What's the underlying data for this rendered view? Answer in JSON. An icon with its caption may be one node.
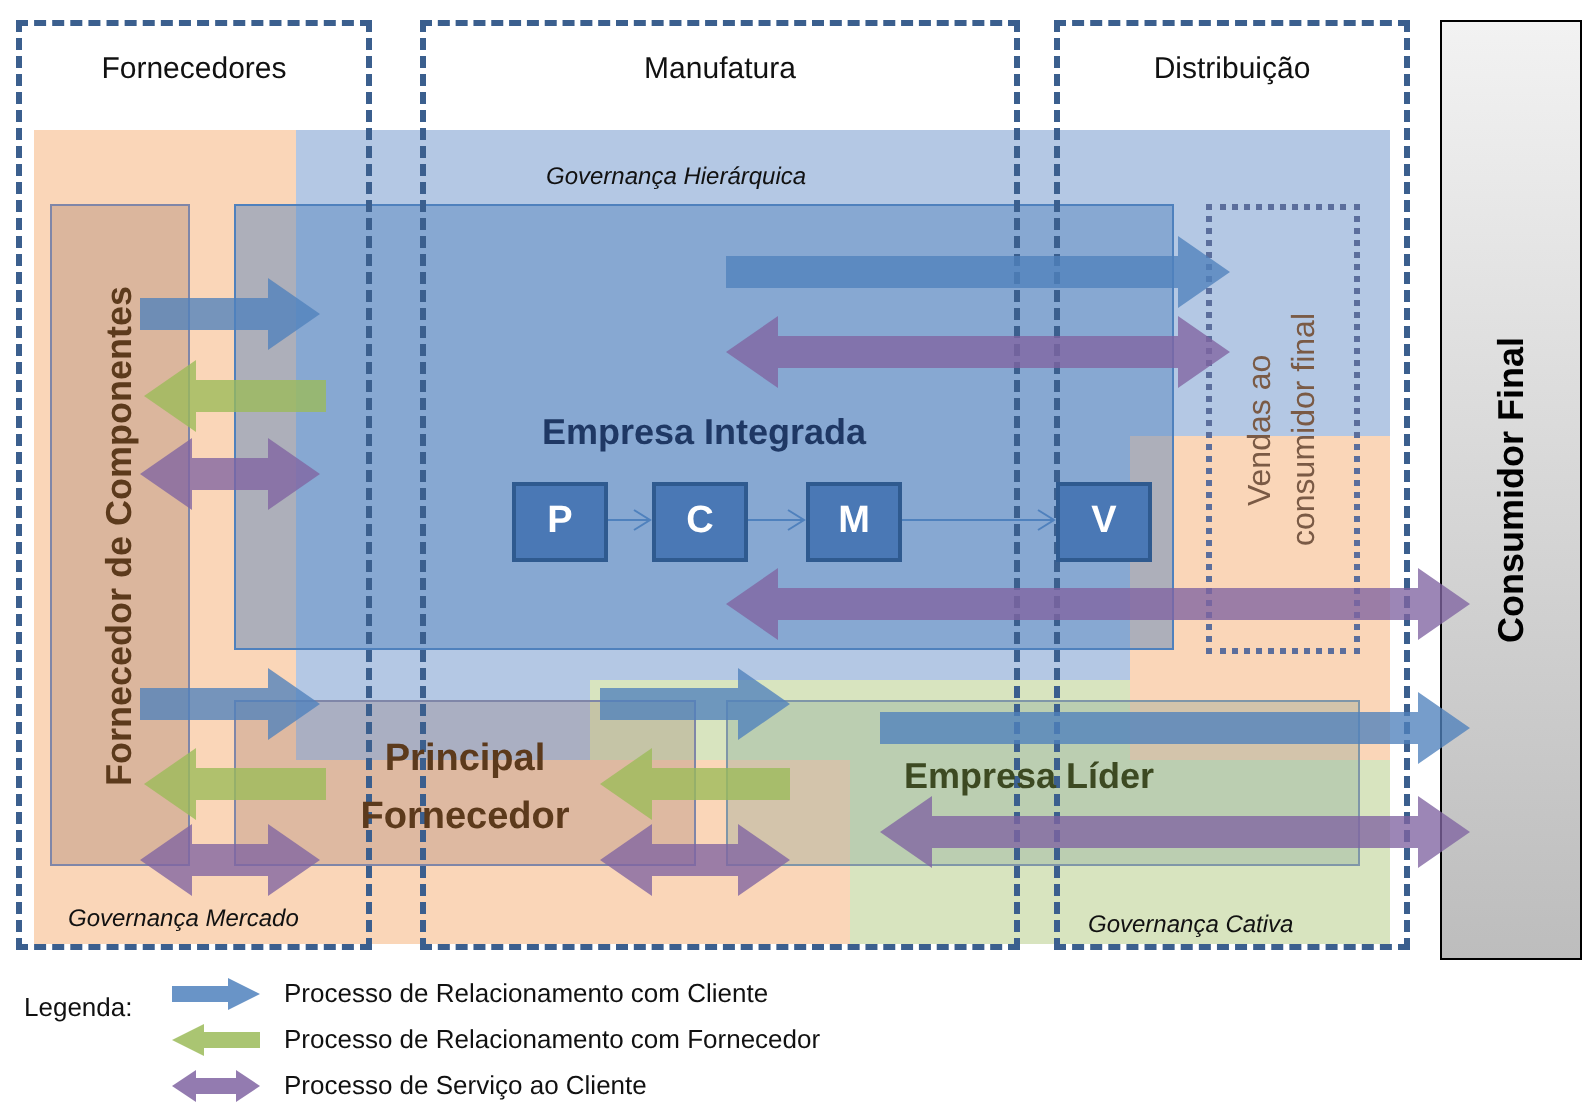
{
  "diagram": {
    "nodes": [
      {
        "text": [
          "Fornecedor de Componentes"
        ]
      },
      {
        "text": [
          "Empresa Integrada"
        ]
      },
      {
        "text": [
          "P"
        ],
        "in": 1
      },
      {
        "text": [
          "C"
        ],
        "in": 1
      },
      {
        "text": [
          "M"
        ],
        "in": 1
      },
      {
        "text": [
          "V"
        ],
        "in": 1
      },
      {
        "text": [
          "Vendas ao consumidor final"
        ]
      },
      {
        "text": [
          "Principal Fornecedor"
        ]
      },
      {
        "text": [
          "Empresa Líder"
        ]
      },
      {
        "text": [
          "Consumidor Final"
        ]
      }
    ],
    "edges": [
      {
        "from": 2,
        "to": 3,
        "arrow": "to"
      },
      {
        "from": 3,
        "to": 4,
        "arrow": "to"
      },
      {
        "from": 4,
        "to": 5,
        "arrow": "to"
      },
      {
        "from": 0,
        "to": 1,
        "arrow": "to",
        "color": "#4f81bd"
      },
      {
        "from": 1,
        "to": 0,
        "arrow": "to",
        "color": "#9bbb59"
      },
      {
        "from": 0,
        "to": 1,
        "arrow": "both",
        "color": "#8064a2"
      },
      {
        "from": 1,
        "to": 6,
        "arrow": "to",
        "color": "#4f81bd"
      },
      {
        "from": 1,
        "to": 6,
        "arrow": "both",
        "color": "#8064a2"
      },
      {
        "from": 1,
        "to": 9,
        "arrow": "both",
        "color": "#8064a2"
      },
      {
        "from": 0,
        "to": 7,
        "arrow": "to",
        "color": "#4f81bd"
      },
      {
        "from": 7,
        "to": 0,
        "arrow": "to",
        "color": "#9bbb59"
      },
      {
        "from": 0,
        "to": 7,
        "arrow": "both",
        "color": "#8064a2"
      },
      {
        "from": 7,
        "to": 8,
        "arrow": "to",
        "color": "#4f81bd"
      },
      {
        "from": 8,
        "to": 7,
        "arrow": "to",
        "color": "#9bbb59"
      },
      {
        "from": 7,
        "to": 8,
        "arrow": "both",
        "color": "#8064a2"
      },
      {
        "from": 8,
        "to": 9,
        "arrow": "to",
        "color": "#4f81bd"
      },
      {
        "from": 8,
        "to": 9,
        "arrow": "both",
        "color": "#8064a2"
      }
    ],
    "labels": [
      "Fornecedores",
      "Manufatura",
      "Distribuição",
      "Governança Hierárquica",
      "Governança Mercado",
      "Governança Cativa",
      "Legenda:"
    ],
    "legend": [
      {
        "text": "Processo de Relacionamento com Cliente"
      },
      {
        "text": "Processo de Relacionamento com Fornecedor"
      },
      {
        "text": "Processo de Serviço ao Cliente"
      }
    ]
  }
}
